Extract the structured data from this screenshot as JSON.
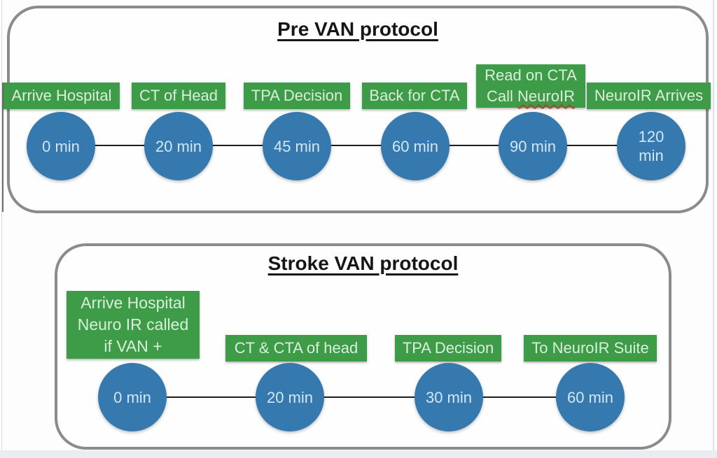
{
  "colors": {
    "box_green": "#3e9b47",
    "circle_blue": "#3579ae",
    "border_gray": "#8b8b8e",
    "squiggle_red": "#b5402c",
    "title_black": "#161616"
  },
  "panels": [
    {
      "title": "Pre VAN protocol",
      "stations": [
        {
          "label": "Arrive Hospital",
          "time": "0 min"
        },
        {
          "label": "CT of Head",
          "time": "20 min"
        },
        {
          "label": "TPA Decision",
          "time": "45 min"
        },
        {
          "label": "Back for CTA",
          "time": "60 min"
        },
        {
          "label_line1": "Read on CTA",
          "label_line2_prefix": "Call ",
          "label_line2_word": "NeuroIR",
          "time": "90 min"
        },
        {
          "label": "NeuroIR Arrives",
          "time": "120\nmin"
        }
      ]
    },
    {
      "title": "Stroke VAN protocol",
      "stations": [
        {
          "label_lines": [
            "Arrive Hospital",
            "Neuro IR called",
            "if VAN +"
          ],
          "time": "0 min"
        },
        {
          "label": "CT & CTA of head",
          "time": "20 min"
        },
        {
          "label": "TPA Decision",
          "time": "30 min"
        },
        {
          "label": "To NeuroIR Suite",
          "time": "60 min"
        }
      ]
    }
  ]
}
